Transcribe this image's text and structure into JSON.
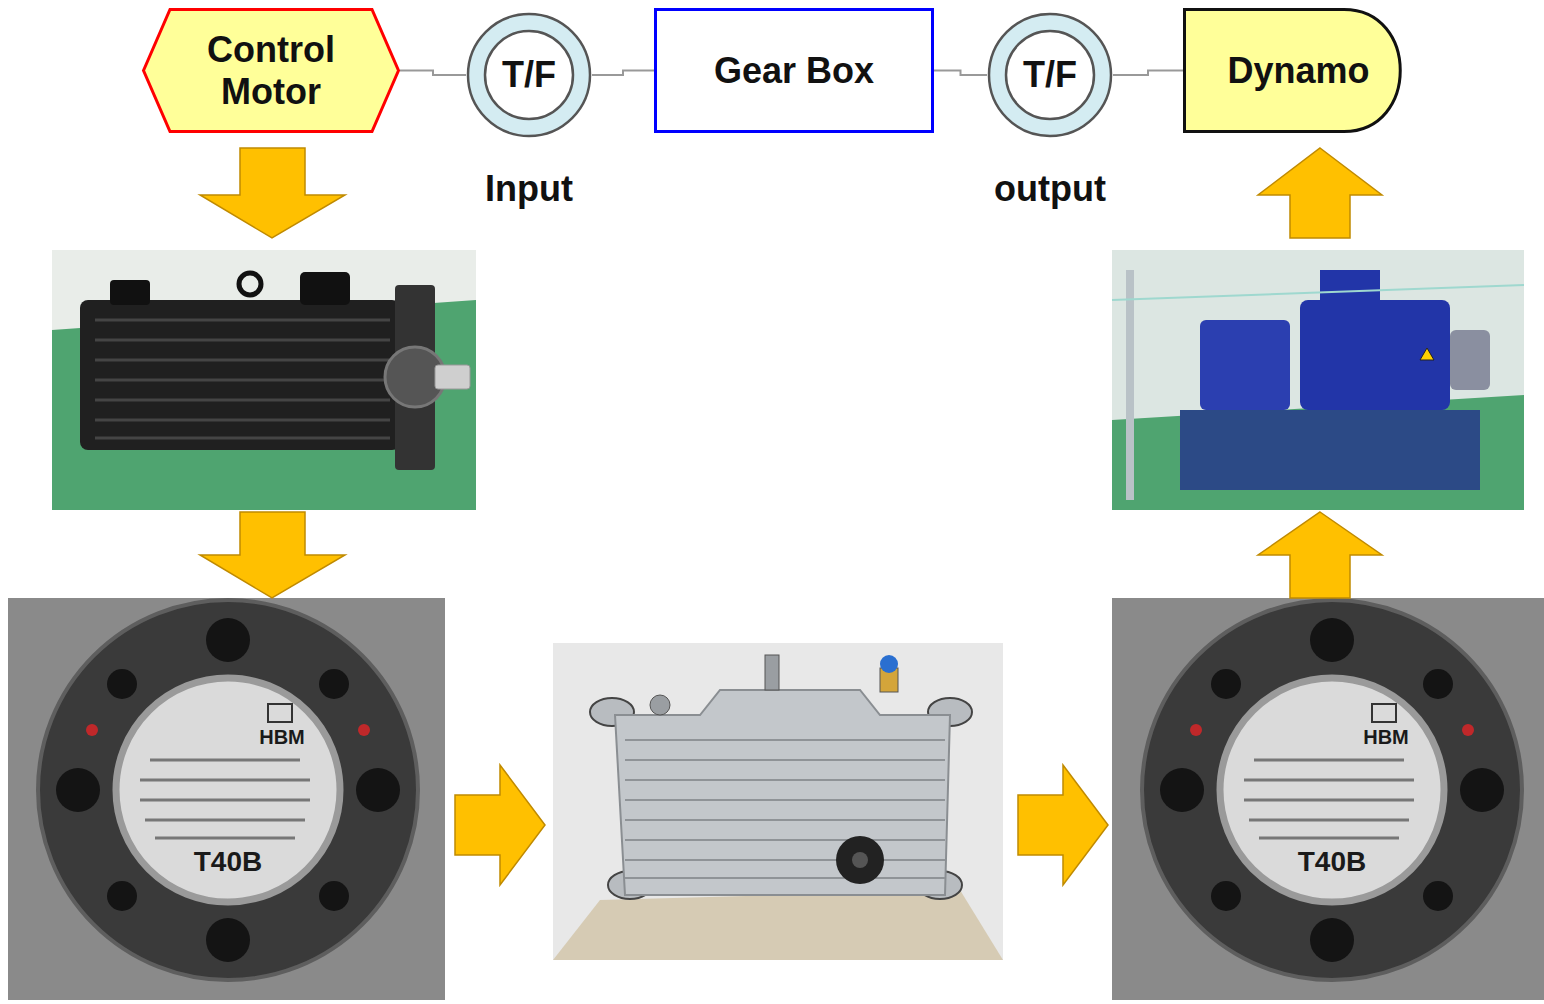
{
  "diagram": {
    "nodes": [
      {
        "text": [
          "Control Motor"
        ]
      },
      {
        "text": [
          "T/F",
          "Input"
        ]
      },
      {
        "text": [
          "Gear Box"
        ]
      },
      {
        "text": [
          "T/F",
          "output"
        ]
      },
      {
        "text": [
          "Dynamo"
        ]
      }
    ],
    "edges": [
      {
        "from": 0,
        "to": 1,
        "arrow": "none"
      },
      {
        "from": 1,
        "to": 2,
        "arrow": "none"
      },
      {
        "from": 2,
        "to": 3,
        "arrow": "none"
      },
      {
        "from": 3,
        "to": 4,
        "arrow": "none"
      }
    ],
    "labels": [
      "HBM",
      "T40B",
      "HBM",
      "T40B"
    ]
  }
}
